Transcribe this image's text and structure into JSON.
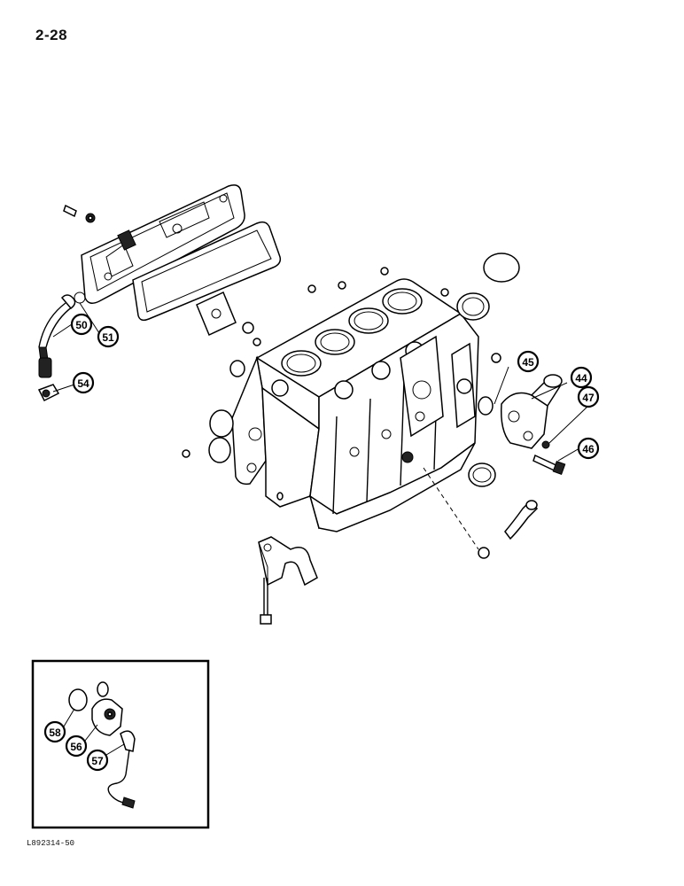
{
  "page": {
    "number": "2-28",
    "figure_code": "L892314-50"
  },
  "callouts": {
    "c44": "44",
    "c45": "45",
    "c46": "46",
    "c47": "47",
    "c50": "50",
    "c51": "51",
    "c54": "54",
    "c56": "56",
    "c57": "57",
    "c58": "58"
  }
}
